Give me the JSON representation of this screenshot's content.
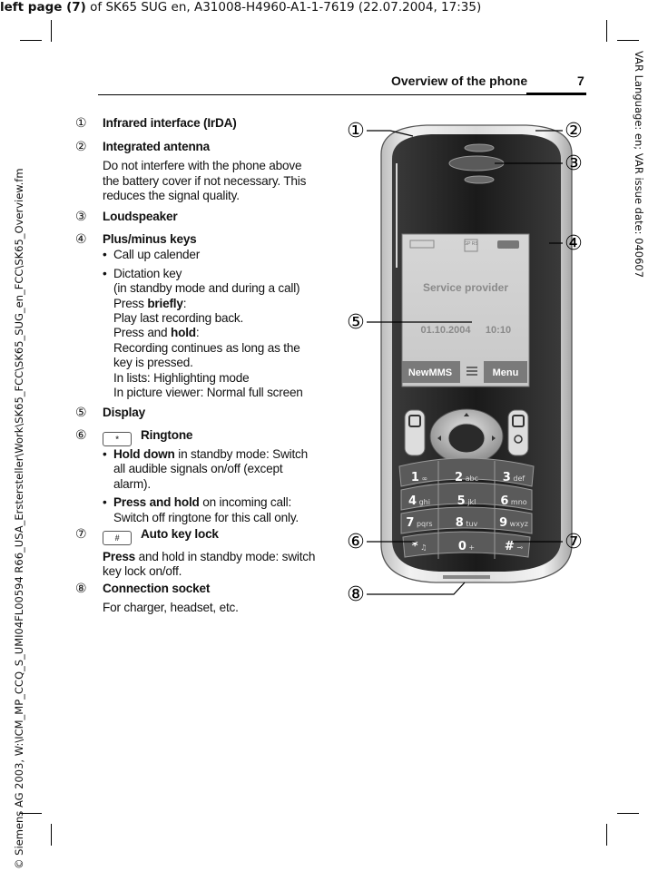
{
  "top_line": {
    "bold": "left page (7)",
    "rest": " of SK65 SUG en, A31008-H4960-A1-1-7619 (22.07.2004, 17:35)"
  },
  "side_left": "© Siemens AG 2003, W:\\ICM_MP_CCQ_S_UMI04FL00594 R66_USA_Erstersteller\\Work\\SK65_FCC\\SK65_SUG_en_FCC\\SK65_Overview.fm",
  "side_right": "VAR Language: en; VAR issue date: 040607",
  "header": {
    "title": "Overview of the phone",
    "page": "7"
  },
  "items": {
    "i1": {
      "num": "①",
      "title": "Infrared interface (IrDA)"
    },
    "i2": {
      "num": "②",
      "title": "Integrated antenna",
      "desc": "Do not interfere with the phone above the battery cover if not necessary. This reduces the signal quality."
    },
    "i3": {
      "num": "③",
      "title": "Loudspeaker"
    },
    "i4": {
      "num": "④",
      "title": "Plus/minus keys",
      "b1": "Call up calender",
      "b2a": "Dictation key",
      "b2b": "(in standby mode and during a call)",
      "b2c_pre": "Press ",
      "b2c_bold": "briefly",
      "b2c_post": ":",
      "b2d": "Play last recording back.",
      "b2e_pre": "Press and ",
      "b2e_bold": "hold",
      "b2e_post": ":",
      "b2f": "Recording continues as long as the key is pressed.",
      "b2g": "In lists: Highlighting mode",
      "b2h": "In picture viewer: Normal full screen"
    },
    "i5": {
      "num": "⑤",
      "title": "Display"
    },
    "i6": {
      "num": "⑥",
      "key": "*",
      "title": "Ringtone",
      "b1_bold": "Hold down",
      "b1_rest": " in standby mode: Switch all audible signals on/off (except alarm).",
      "b2_bold": "Press and hold",
      "b2_rest": " on incoming call: Switch off ringtone for this call only."
    },
    "i7": {
      "num": "⑦",
      "key": "#",
      "title": "Auto key lock",
      "desc_bold": "Press",
      "desc_rest": " and hold in standby mode: switch key lock on/off."
    },
    "i8": {
      "num": "⑧",
      "title": "Connection socket",
      "desc": "For charger, headset, etc."
    }
  },
  "phone": {
    "callouts": [
      "①",
      "②",
      "③",
      "④",
      "⑤",
      "⑥",
      "⑦",
      "⑧"
    ],
    "screen": {
      "gprs": "GP RS",
      "provider": "Service provider",
      "date": "01.10.2004",
      "time": "10:10",
      "left_softkey": "NewMMS",
      "right_softkey": "Menu"
    },
    "keys": [
      {
        "digit": "1",
        "letters": "∞"
      },
      {
        "digit": "2",
        "letters": "abc"
      },
      {
        "digit": "3",
        "letters": "def"
      },
      {
        "digit": "4",
        "letters": "ghi"
      },
      {
        "digit": "5",
        "letters": "jkl"
      },
      {
        "digit": "6",
        "letters": "mno"
      },
      {
        "digit": "7",
        "letters": "pqrs"
      },
      {
        "digit": "8",
        "letters": "tuv"
      },
      {
        "digit": "9",
        "letters": "wxyz"
      },
      {
        "digit": "*",
        "letters": "♫"
      },
      {
        "digit": "0",
        "letters": "+"
      },
      {
        "digit": "#",
        "letters": "⊸"
      }
    ]
  }
}
